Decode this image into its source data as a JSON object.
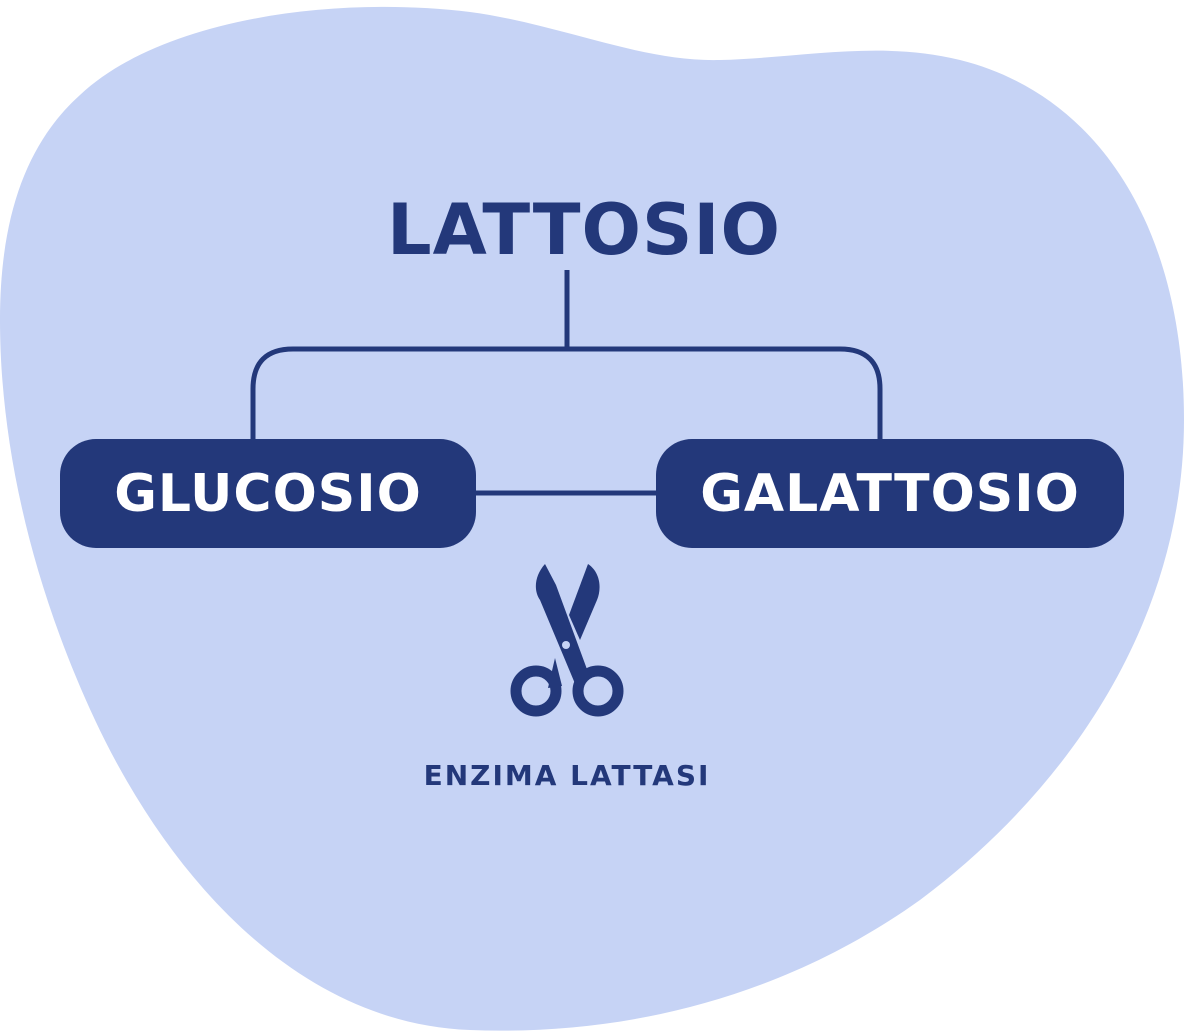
{
  "colors": {
    "background_blob": "#c6d3f5",
    "primary": "#23387a",
    "box_text": "#ffffff"
  },
  "diagram": {
    "title": "LATTOSIO",
    "left_box": "GLUCOSIO",
    "right_box": "GALATTOSIO",
    "caption": "ENZIMA LATTASI",
    "icon": "scissors-icon"
  }
}
